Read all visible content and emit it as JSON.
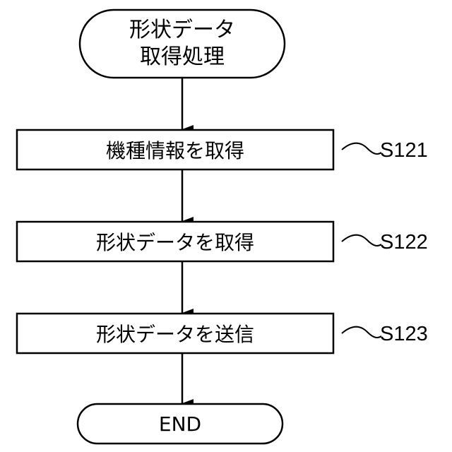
{
  "start": {
    "line1": "形状データ",
    "line2": "取得処理"
  },
  "steps": [
    {
      "label": "機種情報を取得",
      "id": "S121"
    },
    {
      "label": "形状データを取得",
      "id": "S122"
    },
    {
      "label": "形状データを送信",
      "id": "S123"
    }
  ],
  "end": {
    "label": "END"
  }
}
